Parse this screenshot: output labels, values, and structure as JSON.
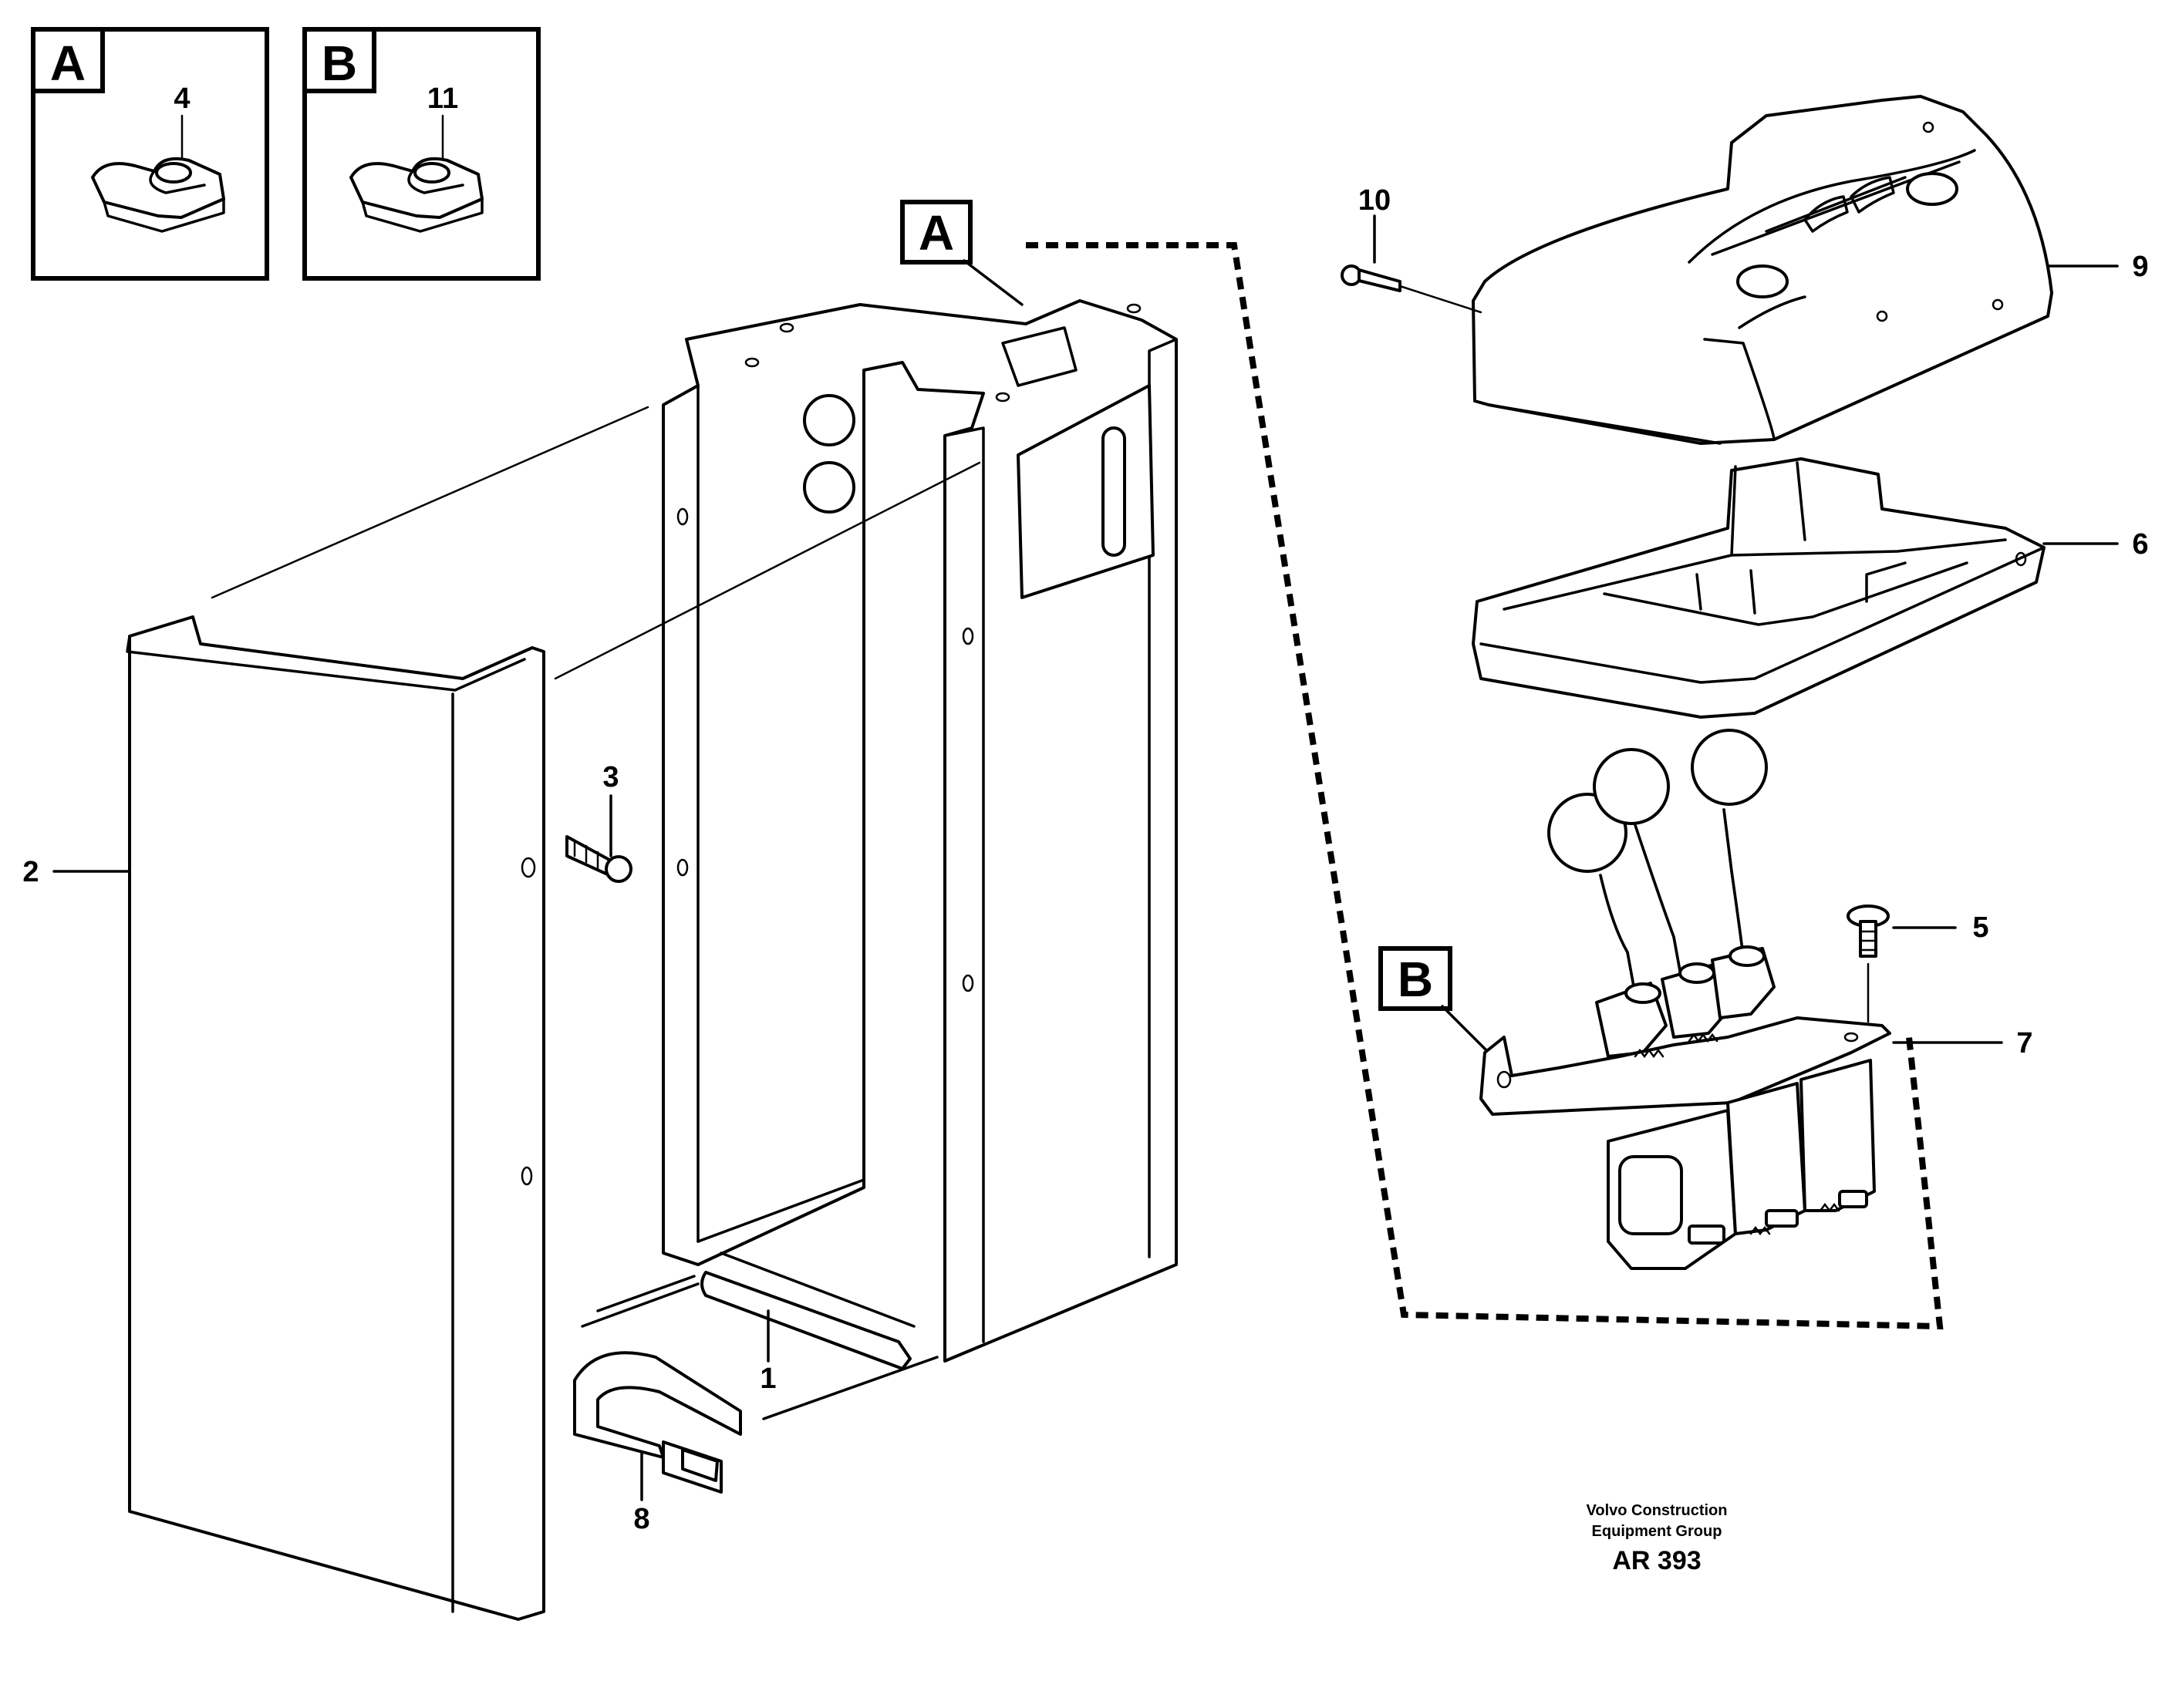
{
  "callouts": {
    "c1": "1",
    "c2": "2",
    "c3": "3",
    "c4": "4",
    "c5": "5",
    "c6": "6",
    "c7": "7",
    "c8": "8",
    "c9": "9",
    "c10": "10",
    "c11": "11"
  },
  "detail_labels": {
    "a": "A",
    "b": "B"
  },
  "footer": {
    "line1": "Volvo Construction",
    "line2": "Equipment Group",
    "code": "AR 393"
  }
}
